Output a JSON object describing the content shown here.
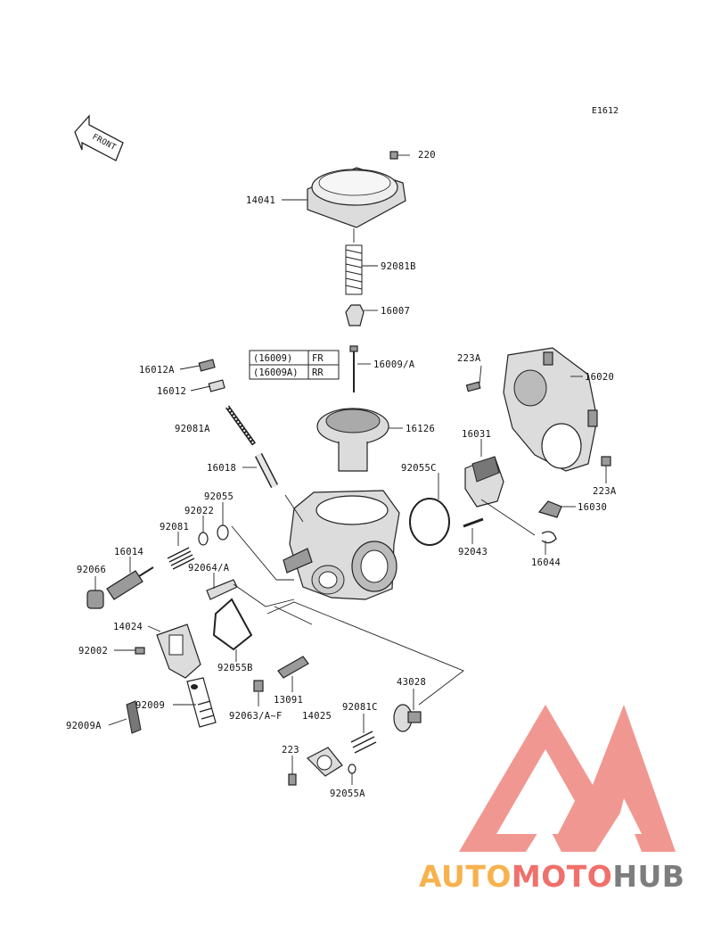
{
  "diagram": {
    "code": "E1612",
    "front_label": "FRONT",
    "labels": {
      "p220": "220",
      "p14041": "14041",
      "p92081B": "92081B",
      "p16007": "16007",
      "p16009A": "16009/A",
      "p223A_top": "223A",
      "p16020": "16020",
      "p16012A": "16012A",
      "p16012": "16012",
      "p16126": "16126",
      "p92081A": "92081A",
      "p16031": "16031",
      "p16018": "16018",
      "p92055C": "92055C",
      "p223A_bottom": "223A",
      "p92055": "92055",
      "p92022": "92022",
      "p16030": "16030",
      "p92081": "92081",
      "p92043": "92043",
      "p16044": "16044",
      "p16014": "16014",
      "p92064A": "92064/A",
      "p92066": "92066",
      "p14024": "14024",
      "p92002": "92002",
      "p92055B": "92055B",
      "p43028": "43028",
      "p13091": "13091",
      "p92009": "92009",
      "p92063": "92063/A~F",
      "p14025": "14025",
      "p92081C": "92081C",
      "p92009A": "92009A",
      "p223": "223",
      "p92055A": "92055A"
    },
    "table": {
      "rows": [
        {
          "part": "(16009)",
          "position": "FR"
        },
        {
          "part": "(16009A)",
          "position": "RR"
        }
      ]
    }
  },
  "watermark": {
    "part1": "AUTO",
    "part2": "MOTO",
    "part3": "HUB",
    "colors": {
      "auto": "#f7b24e",
      "moto": "#f0706b",
      "hub": "#7d7d7d",
      "triangle": "#f08c86"
    }
  }
}
